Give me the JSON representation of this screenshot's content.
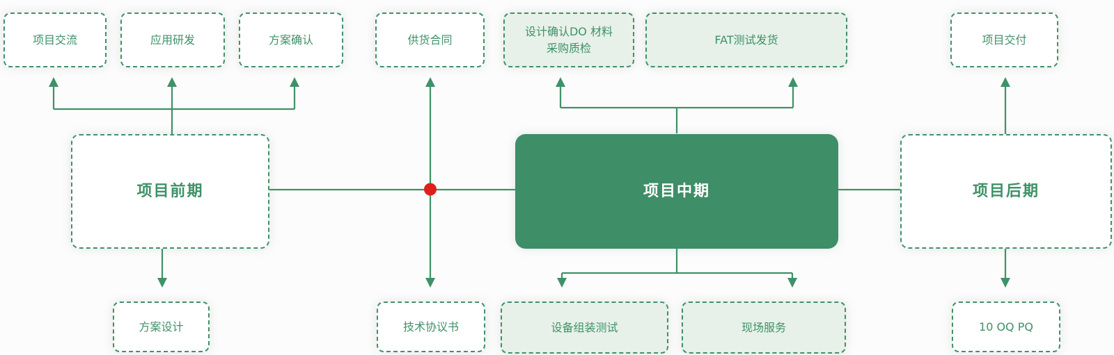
{
  "colors": {
    "accent_green": "#3f9168",
    "light_green_fill": "#e7f1e9",
    "solid_fill": "#3e8e67",
    "red_dot": "#df1e1e",
    "background": "#fcfcfc"
  },
  "phases": {
    "early": "项目前期",
    "middle": "项目中期",
    "late": "项目后期"
  },
  "top_nodes": {
    "communication": "项目交流",
    "app_rd": "应用研发",
    "solution_confirm": "方案确认",
    "supply_contract": "供货合同",
    "design_confirm_line1": "设计确认DO 材料",
    "design_confirm_line2": "采购质检",
    "fat_shipping": "FAT测试发货",
    "delivery": "项目交付"
  },
  "bottom_nodes": {
    "solution_design": "方案设计",
    "tech_agreement": "技术协议书",
    "assembly_test": "设备组装测试",
    "onsite_service": "现场服务",
    "iq_oq_pq": "10 OQ PQ"
  }
}
